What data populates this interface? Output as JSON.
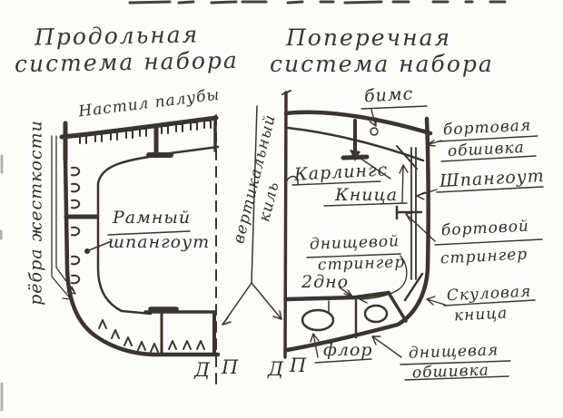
{
  "titles": {
    "left_line1": "Продольная",
    "left_line2": "система набора",
    "right_line1": "Поперечная",
    "right_line2": "система набора"
  },
  "left_diagram": {
    "deck_plating": "Настил палубы",
    "stiffeners": "рёбра жесткости",
    "web_frame_line1": "Рамный",
    "web_frame_line2": "шпангоут",
    "centerline_d": "Д",
    "centerline_p": "П"
  },
  "center": {
    "vertical_keel_line1": "вертикальный",
    "vertical_keel_line2": "киль"
  },
  "right_diagram": {
    "beam": "бимс",
    "carling": "Карлингс",
    "bracket": "Кница",
    "side_plating_line1": "бортовая",
    "side_plating_line2": "обшивка",
    "frame": "Шпангоут",
    "side_stringer_line1": "бортовой",
    "side_stringer_line2": "стрингер",
    "bottom_stringer_line1": "днищевой",
    "bottom_stringer_line2": "стрингер",
    "second_bottom": "2дно",
    "bilge_bracket_line1": "Скуловая",
    "bilge_bracket_line2": "кница",
    "floor": "флор",
    "bottom_plating_line1": "днищевая",
    "bottom_plating_line2": "обшивка",
    "centerline_d": "Д",
    "centerline_p": "П"
  },
  "colors": {
    "ink": "#3a352f",
    "paper": "#fcfcfa"
  }
}
